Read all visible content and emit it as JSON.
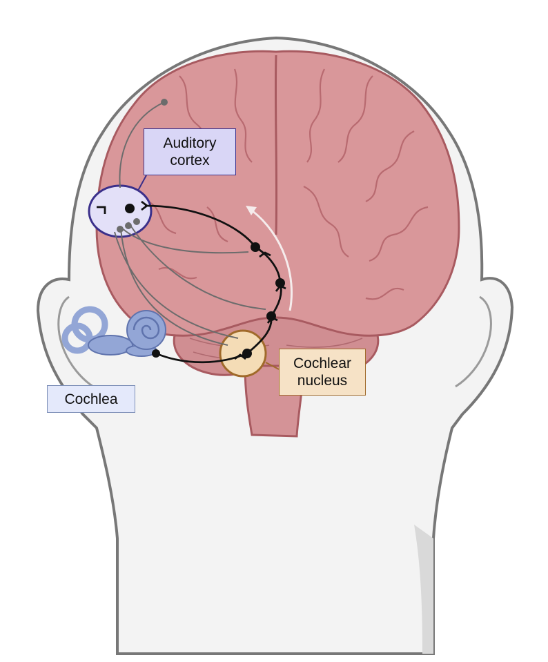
{
  "labels": {
    "auditory_cortex": "Auditory\ncortex",
    "cochlear_nucleus": "Cochlear\nnucleus",
    "cochlea": "Cochlea"
  },
  "colors": {
    "head_fill": "#f3f3f3",
    "head_outline": "#777777",
    "brain_fill": "#d9979a",
    "brain_outline": "#a85a60",
    "cortex_label_bg": "#d9d6f6",
    "cortex_label_border": "#3a2f8a",
    "nucleus_label_bg": "#f6e2c6",
    "nucleus_label_border": "#a06a2a",
    "cochlea_label_bg": "#e4e9fb",
    "cochlea_label_border": "#7d8fb7",
    "cochlea_fill": "#93a6d6",
    "pathway_main": "#111111",
    "pathway_secondary": "#6c6c6c"
  }
}
